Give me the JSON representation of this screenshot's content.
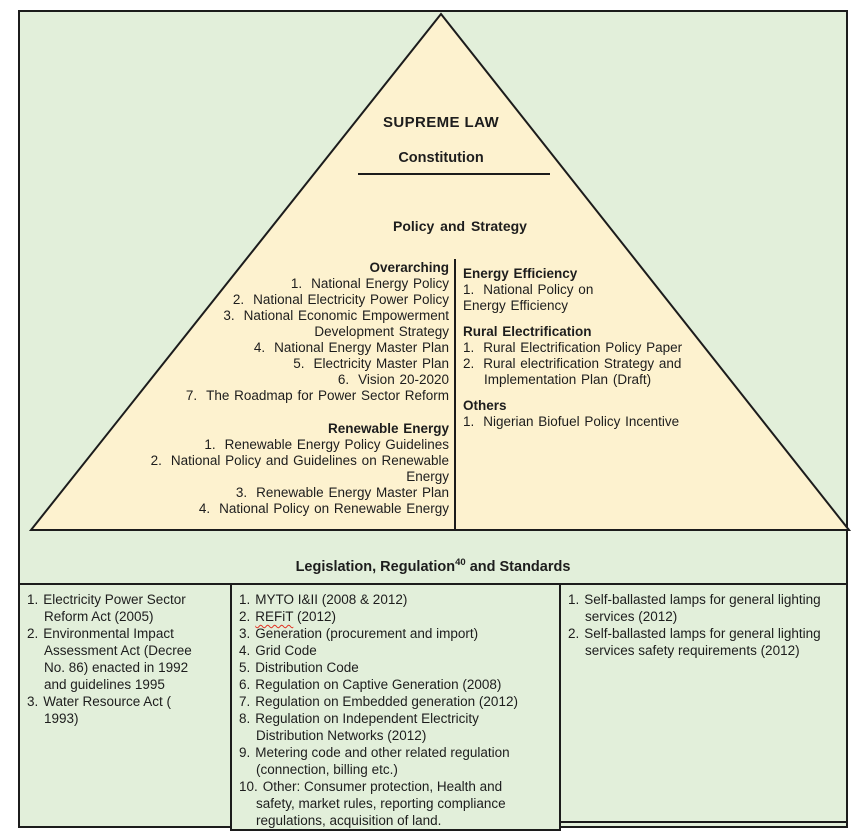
{
  "pyramid": {
    "supreme_law_label": "SUPREME LAW",
    "constitution_label": "Constitution",
    "policy_strategy_label": "Policy and Strategy",
    "left_sections": [
      {
        "title": "Overarching",
        "items": [
          "National Energy Policy",
          "National Electricity Power Policy",
          [
            "National Economic Empowerment",
            "Development Strategy"
          ],
          "National Energy Master Plan",
          "Electricity Master Plan",
          "Vision 20-2020",
          "The Roadmap for Power Sector Reform"
        ]
      },
      {
        "title": "Renewable Energy",
        "items": [
          "Renewable Energy Policy Guidelines",
          [
            "National Policy and Guidelines  on Renewable",
            "Energy"
          ],
          "Renewable Energy Master Plan",
          "National Policy on Renewable Energy"
        ]
      }
    ],
    "right_sections": [
      {
        "title": "Energy Efficiency",
        "items": [
          {
            "lines": [
              "National Policy on",
              "Energy Efficiency"
            ],
            "cls": "flush"
          }
        ]
      },
      {
        "title": "Rural Electrification",
        "items": [
          "Rural Electrification Policy Paper",
          [
            "Rural electrification Strategy and",
            "Implementation Plan (Draft)"
          ]
        ]
      },
      {
        "title": "Others",
        "items": [
          "Nigerian Biofuel Policy Incentive"
        ]
      }
    ]
  },
  "band": {
    "prefix": "Legislation, Regulation",
    "sup": "40",
    "suffix": " and Standards"
  },
  "table": {
    "columns": [
      {
        "items": [
          [
            "Electricity Power Sector",
            "Reform Act (2005)"
          ],
          [
            "Environmental Impact",
            "Assessment Act (Decree",
            "No. 86) enacted in 1992",
            "and guidelines 1995"
          ],
          [
            "Water Resource Act (",
            "1993)"
          ]
        ]
      },
      {
        "items": [
          "MYTO I&II (2008 & 2012)",
          {
            "segments": [
              {
                "text": "REFiT",
                "wavy": true
              },
              {
                "text": " (2012)"
              }
            ]
          },
          "Generation (procurement and import)",
          "Grid Code",
          "Distribution Code",
          "Regulation on Captive Generation (2008)",
          "Regulation on Embedded generation (2012)",
          [
            "Regulation on Independent Electricity",
            "Distribution Networks (2012)"
          ],
          [
            "Metering code and other related regulation",
            "(connection, billing etc.)"
          ],
          [
            "Other: Consumer protection, Health and",
            "safety, market rules, reporting compliance",
            "regulations, acquisition of land."
          ]
        ]
      },
      {
        "items": [
          [
            "Self-ballasted lamps for general lighting",
            "services (2012)"
          ],
          [
            "Self-ballasted lamps for general lighting",
            "services safety requirements (2012)"
          ]
        ]
      }
    ]
  },
  "colors": {
    "page": "#ffffff",
    "green": "#e2efda",
    "cream": "#fdf2cf",
    "line": "#1c1c1c",
    "text": "#1d1d1d",
    "red": "#e03020"
  }
}
